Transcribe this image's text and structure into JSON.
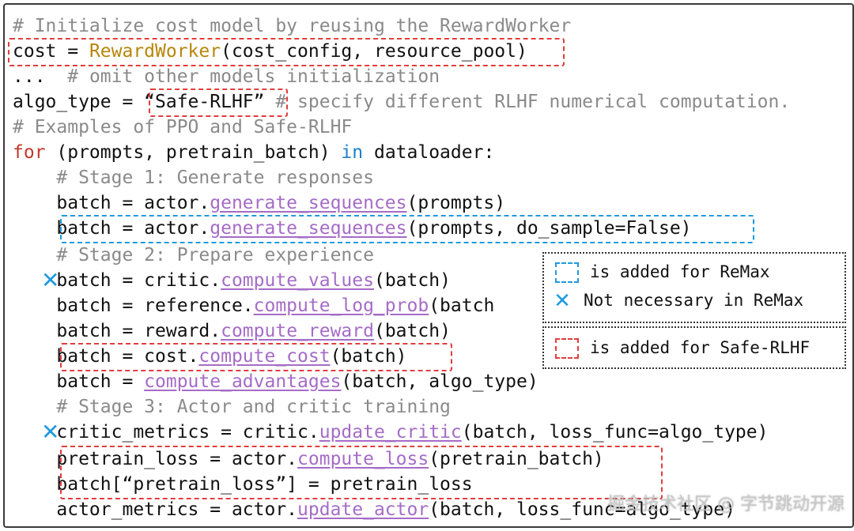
{
  "code": {
    "l1": {
      "comment": "# Initialize cost model by reusing the RewardWorker"
    },
    "l2": {
      "a": "cost = ",
      "cls": "RewardWorker",
      "b": "(cost_config, resource_pool)"
    },
    "l3": {
      "a": "...  ",
      "comment": "# omit other models initialization"
    },
    "l4": {
      "a": "algo_type = ",
      "value": "“Safe-RLHF”",
      "comment": " # specify different RLHF numerical computation."
    },
    "l5": {
      "comment": "# Examples of PPO and Safe-RLHF"
    },
    "l6": {
      "kw": "for",
      "a": " (prompts, pretrain_batch) ",
      "kw2": "in",
      "b": " dataloader:"
    },
    "l7": {
      "comment": "    # Stage 1: Generate responses"
    },
    "l8": {
      "a": "    batch = actor.",
      "fn": "generate_sequences",
      "b": "(prompts)"
    },
    "l9": {
      "a": "    batch = actor.",
      "fn": "generate_sequences",
      "b": "(prompts, do_sample=False)"
    },
    "l10": {
      "comment": "    # Stage 2: Prepare experience"
    },
    "l11": {
      "a": "    batch = critic.",
      "fn": "compute_values",
      "b": "(batch)"
    },
    "l12": {
      "a": "    batch = reference.",
      "fn": "compute_log_prob",
      "b": "(batch"
    },
    "l13": {
      "a": "    batch = reward.",
      "fn": "compute_reward",
      "b": "(batch)"
    },
    "l14": {
      "a": "    batch = cost.",
      "fn": "compute_cost",
      "b": "(batch)"
    },
    "l15": {
      "a": "    batch = ",
      "fn": "compute_advantages",
      "b": "(batch, algo_type)"
    },
    "l16": {
      "comment": "    # Stage 3: Actor and critic training"
    },
    "l17": {
      "a": "    critic_metrics = critic.",
      "fn": "update_critic",
      "b": "(batch, loss_func=algo_type)"
    },
    "l18": {
      "a": "    pretrain_loss = actor.",
      "fn": "compute_loss",
      "b": "(pretrain_batch)"
    },
    "l19": {
      "a": "    batch[“pretrain_loss”] = pretrain_loss"
    },
    "l20": {
      "a": "    actor_metrics = actor.",
      "fn": "update_actor",
      "b": "(batch, loss_func=algo_type)"
    }
  },
  "marks": {
    "x_glyph": "✕"
  },
  "legend": {
    "remax_added": "is added for ReMax",
    "remax_not_necessary": "Not necessary in ReMax",
    "safe_rlhf_added": "is added for Safe-RLHF"
  },
  "watermark": "掘金技术社区 @ 字节跳动开源",
  "colors": {
    "comment": "#8a8a8a",
    "function": "#a56cc7",
    "keyword_for": "#c0392b",
    "keyword_in": "#1f7fc8",
    "class_name": "#b8860b",
    "safe_rlhf_box": "#e03e3e",
    "remax_box": "#1e9ae0"
  },
  "icons": {
    "remax_removed": "x-mark-icon"
  }
}
